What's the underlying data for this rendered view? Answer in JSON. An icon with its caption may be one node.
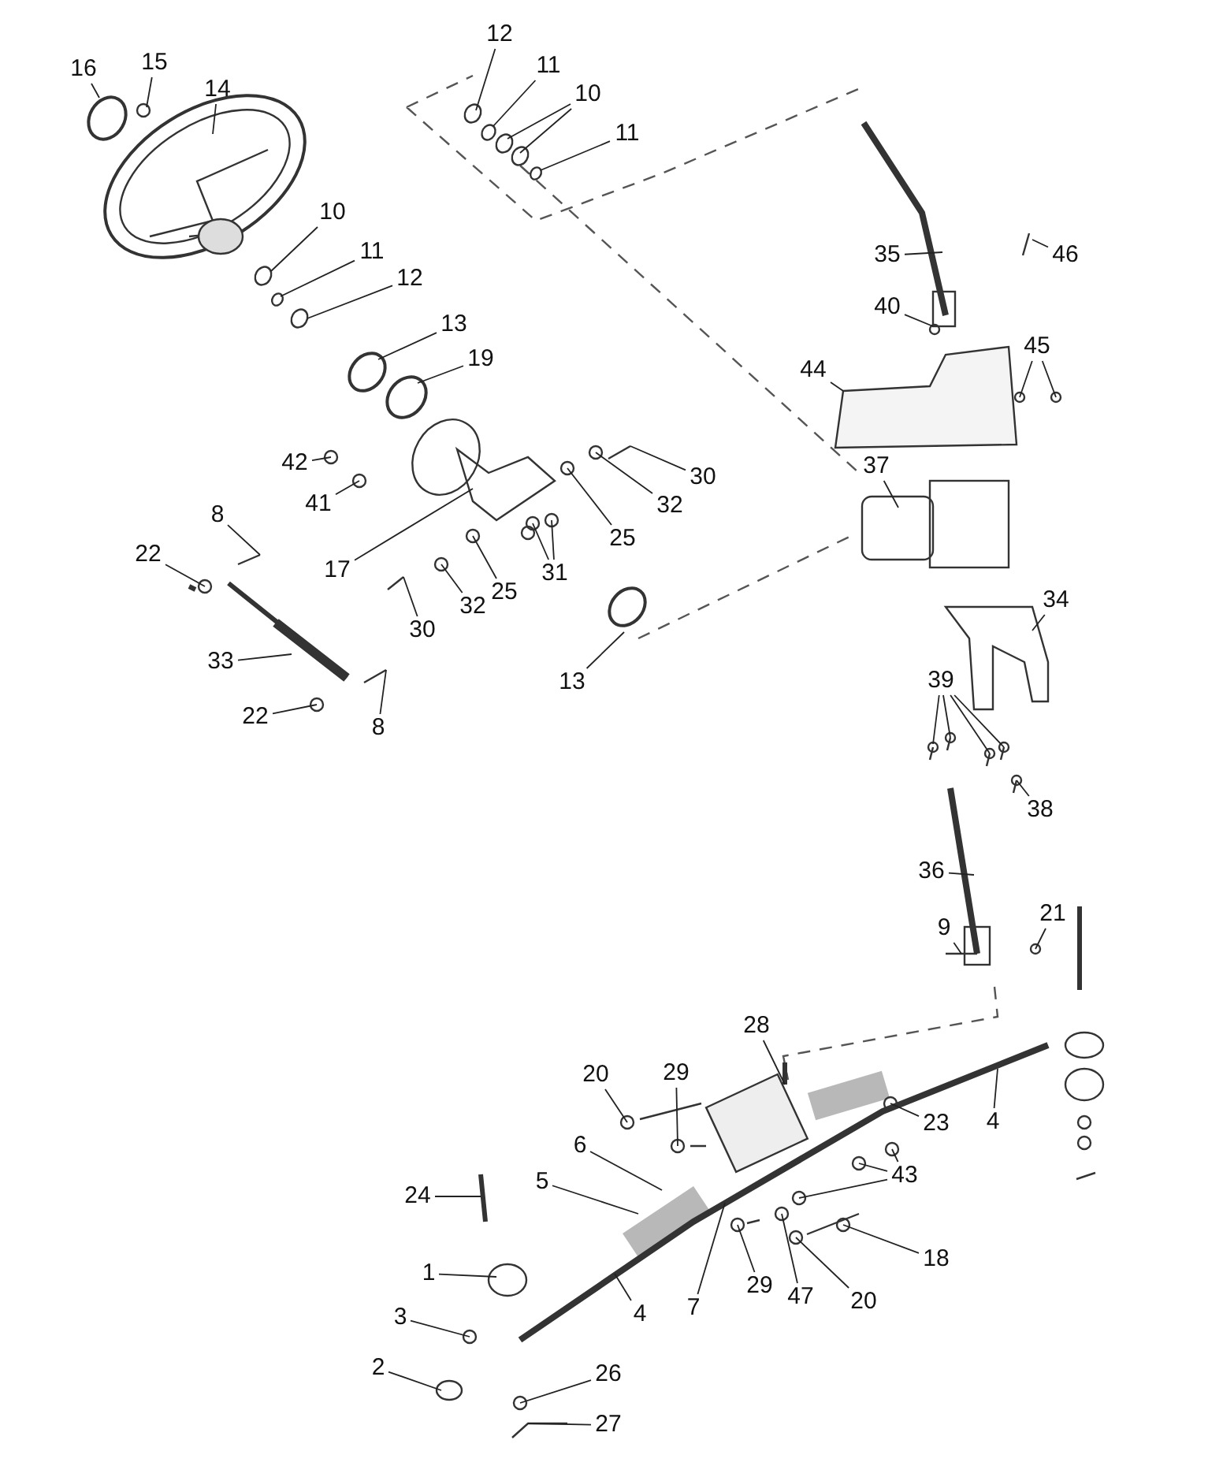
{
  "diagram": {
    "nodes": [
      {
        "text": [
          "16"
        ]
      },
      {
        "text": [
          "15"
        ]
      },
      {
        "text": [
          "14"
        ]
      },
      {
        "text": [
          "12"
        ]
      },
      {
        "text": [
          "11"
        ]
      },
      {
        "text": [
          "10"
        ]
      },
      {
        "text": [
          "11"
        ]
      },
      {
        "text": [
          "10"
        ]
      },
      {
        "text": [
          "11"
        ]
      },
      {
        "text": [
          "12"
        ]
      },
      {
        "text": [
          "13"
        ]
      },
      {
        "text": [
          "19"
        ]
      },
      {
        "text": [
          "42"
        ]
      },
      {
        "text": [
          "41"
        ]
      },
      {
        "text": [
          "8"
        ]
      },
      {
        "text": [
          "17"
        ]
      },
      {
        "text": [
          "22"
        ]
      },
      {
        "text": [
          "30"
        ]
      },
      {
        "text": [
          "32"
        ]
      },
      {
        "text": [
          "25"
        ]
      },
      {
        "text": [
          "25"
        ]
      },
      {
        "text": [
          "31"
        ]
      },
      {
        "text": [
          "30"
        ]
      },
      {
        "text": [
          "32"
        ]
      },
      {
        "text": [
          "33"
        ]
      },
      {
        "text": [
          "13"
        ]
      },
      {
        "text": [
          "22"
        ]
      },
      {
        "text": [
          "8"
        ]
      },
      {
        "text": [
          "35"
        ]
      },
      {
        "text": [
          "46"
        ]
      },
      {
        "text": [
          "40"
        ]
      },
      {
        "text": [
          "45"
        ]
      },
      {
        "text": [
          "44"
        ]
      },
      {
        "text": [
          "37"
        ]
      },
      {
        "text": [
          "34"
        ]
      },
      {
        "text": [
          "39"
        ]
      },
      {
        "text": [
          "38"
        ]
      },
      {
        "text": [
          "36"
        ]
      },
      {
        "text": [
          "9"
        ]
      },
      {
        "text": [
          "21"
        ]
      },
      {
        "text": [
          "28"
        ]
      },
      {
        "text": [
          "20"
        ]
      },
      {
        "text": [
          "29"
        ]
      },
      {
        "text": [
          "23"
        ]
      },
      {
        "text": [
          "4"
        ]
      },
      {
        "text": [
          "6"
        ]
      },
      {
        "text": [
          "5"
        ]
      },
      {
        "text": [
          "24"
        ]
      },
      {
        "text": [
          "43"
        ]
      },
      {
        "text": [
          "18"
        ]
      },
      {
        "text": [
          "1"
        ]
      },
      {
        "text": [
          "4"
        ]
      },
      {
        "text": [
          "7"
        ]
      },
      {
        "text": [
          "29"
        ]
      },
      {
        "text": [
          "47"
        ]
      },
      {
        "text": [
          "20"
        ]
      },
      {
        "text": [
          "3"
        ]
      },
      {
        "text": [
          "2"
        ]
      },
      {
        "text": [
          "26"
        ]
      },
      {
        "text": [
          "27"
        ]
      }
    ],
    "edges": [
      {
        "from": 0,
        "to": null,
        "arrow": "none"
      },
      {
        "from": 1,
        "to": null,
        "arrow": "none"
      },
      {
        "from": 2,
        "to": null,
        "arrow": "none"
      },
      {
        "from": 3,
        "to": null,
        "arrow": "none"
      },
      {
        "from": 4,
        "to": null,
        "arrow": "none"
      },
      {
        "from": 5,
        "to": null,
        "arrow": "none"
      },
      {
        "from": 5,
        "to": null,
        "arrow": "none"
      },
      {
        "from": 6,
        "to": null,
        "arrow": "none"
      },
      {
        "from": 7,
        "to": null,
        "arrow": "none"
      },
      {
        "from": 8,
        "to": null,
        "arrow": "none"
      },
      {
        "from": 9,
        "to": null,
        "arrow": "none"
      },
      {
        "from": 10,
        "to": null,
        "arrow": "none"
      },
      {
        "from": 11,
        "to": null,
        "arrow": "none"
      },
      {
        "from": 12,
        "to": null,
        "arrow": "none"
      },
      {
        "from": 13,
        "to": null,
        "arrow": "none"
      },
      {
        "from": 14,
        "to": null,
        "arrow": "none"
      },
      {
        "from": 15,
        "to": null,
        "arrow": "none"
      },
      {
        "from": 16,
        "to": null,
        "arrow": "none"
      },
      {
        "from": 17,
        "to": null,
        "arrow": "none"
      },
      {
        "from": 18,
        "to": null,
        "arrow": "none"
      },
      {
        "from": 19,
        "to": null,
        "arrow": "none"
      },
      {
        "from": 20,
        "to": null,
        "arrow": "none"
      },
      {
        "from": 21,
        "to": null,
        "arrow": "none"
      },
      {
        "from": 21,
        "to": null,
        "arrow": "none"
      },
      {
        "from": 22,
        "to": null,
        "arrow": "none"
      },
      {
        "from": 23,
        "to": null,
        "arrow": "none"
      },
      {
        "from": 24,
        "to": null,
        "arrow": "none"
      },
      {
        "from": 25,
        "to": null,
        "arrow": "none"
      },
      {
        "from": 26,
        "to": null,
        "arrow": "none"
      },
      {
        "from": 27,
        "to": null,
        "arrow": "none"
      },
      {
        "from": 28,
        "to": null,
        "arrow": "none"
      },
      {
        "from": 29,
        "to": null,
        "arrow": "none"
      },
      {
        "from": 30,
        "to": null,
        "arrow": "none"
      },
      {
        "from": 31,
        "to": null,
        "arrow": "none"
      },
      {
        "from": 31,
        "to": null,
        "arrow": "none"
      },
      {
        "from": 32,
        "to": null,
        "arrow": "none"
      },
      {
        "from": 33,
        "to": null,
        "arrow": "none"
      },
      {
        "from": 34,
        "to": null,
        "arrow": "none"
      },
      {
        "from": 35,
        "to": null,
        "arrow": "none"
      },
      {
        "from": 35,
        "to": null,
        "arrow": "none"
      },
      {
        "from": 35,
        "to": null,
        "arrow": "none"
      },
      {
        "from": 35,
        "to": null,
        "arrow": "none"
      },
      {
        "from": 36,
        "to": null,
        "arrow": "none"
      },
      {
        "from": 37,
        "to": null,
        "arrow": "none"
      },
      {
        "from": 38,
        "to": null,
        "arrow": "none"
      },
      {
        "from": 39,
        "to": null,
        "arrow": "none"
      },
      {
        "from": 40,
        "to": null,
        "arrow": "none"
      },
      {
        "from": 41,
        "to": null,
        "arrow": "none"
      },
      {
        "from": 42,
        "to": null,
        "arrow": "none"
      },
      {
        "from": 43,
        "to": null,
        "arrow": "none"
      },
      {
        "from": 44,
        "to": null,
        "arrow": "none"
      },
      {
        "from": 45,
        "to": null,
        "arrow": "none"
      },
      {
        "from": 46,
        "to": null,
        "arrow": "none"
      },
      {
        "from": 47,
        "to": null,
        "arrow": "none"
      },
      {
        "from": 48,
        "to": null,
        "arrow": "none"
      },
      {
        "from": 48,
        "to": null,
        "arrow": "none"
      },
      {
        "from": 48,
        "to": null,
        "arrow": "none"
      },
      {
        "from": 49,
        "to": null,
        "arrow": "none"
      },
      {
        "from": 50,
        "to": null,
        "arrow": "none"
      },
      {
        "from": 51,
        "to": null,
        "arrow": "none"
      },
      {
        "from": 52,
        "to": null,
        "arrow": "none"
      },
      {
        "from": 53,
        "to": null,
        "arrow": "none"
      },
      {
        "from": 54,
        "to": null,
        "arrow": "none"
      },
      {
        "from": 55,
        "to": null,
        "arrow": "none"
      },
      {
        "from": 56,
        "to": null,
        "arrow": "none"
      },
      {
        "from": 57,
        "to": null,
        "arrow": "none"
      },
      {
        "from": 58,
        "to": null,
        "arrow": "none"
      },
      {
        "from": 59,
        "to": null,
        "arrow": "none"
      }
    ]
  }
}
